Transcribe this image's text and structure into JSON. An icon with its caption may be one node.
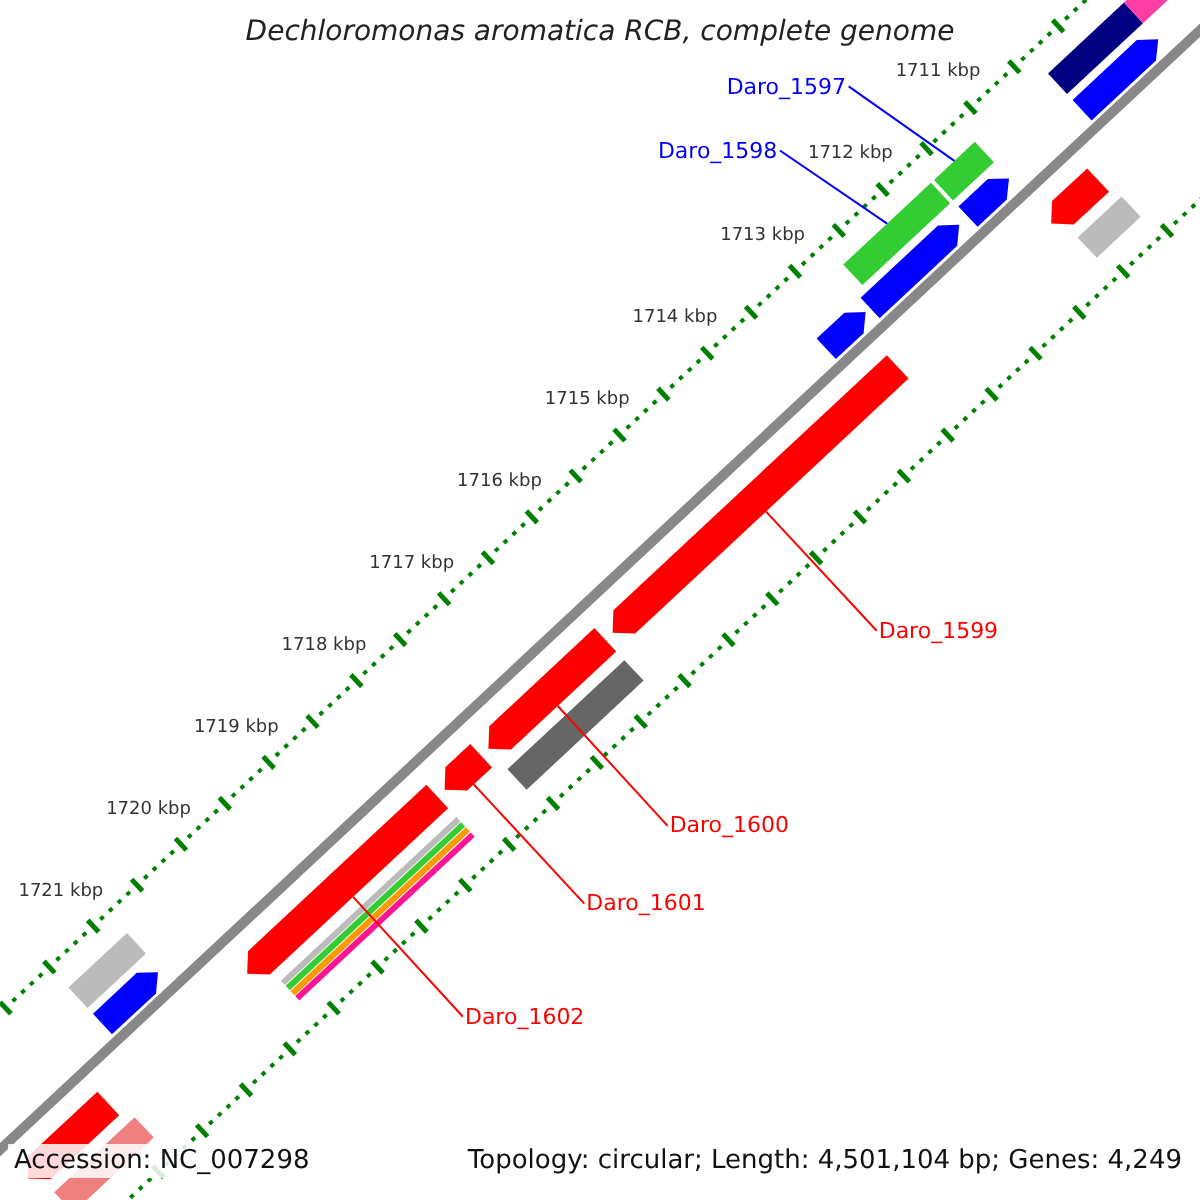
{
  "diagram": {
    "title": "Dechloromonas aromatica RCB, complete genome",
    "nodes": [
      {
        "text": [
          "Daro_1597"
        ]
      },
      {
        "text": [
          "Daro_1598"
        ]
      },
      {
        "text": [
          "Daro_1599"
        ]
      },
      {
        "text": [
          "Daro_1600"
        ]
      },
      {
        "text": [
          "Daro_1601"
        ]
      },
      {
        "text": [
          "Daro_1602"
        ]
      },
      {
        "text": [],
        "shape": "bar"
      },
      {
        "text": [],
        "shape": "bar"
      },
      {
        "text": [],
        "shape": "bar"
      },
      {
        "text": [],
        "shape": "bar"
      },
      {
        "text": [],
        "shape": "bar"
      },
      {
        "text": [],
        "shape": "bar"
      }
    ],
    "edges": [
      {
        "from": 0,
        "to": 11,
        "arrow": "none",
        "color": "#0000ff"
      },
      {
        "from": 1,
        "to": 10,
        "arrow": "none",
        "color": "#0000ff"
      },
      {
        "from": 2,
        "to": 9,
        "arrow": "none"
      },
      {
        "from": 3,
        "to": 8,
        "arrow": "none"
      },
      {
        "from": 4,
        "to": 7,
        "arrow": "none"
      },
      {
        "from": 5,
        "to": 6,
        "arrow": "none"
      }
    ],
    "labels": [
      "1711 kbp",
      "1712 kbp",
      "1713 kbp",
      "1714 kbp",
      "1715 kbp",
      "1716 kbp",
      "1717 kbp",
      "1718 kbp",
      "1719 kbp",
      "1720 kbp",
      "1721 kbp",
      "Accession: NC_007298",
      "Topology: circular; Length: 4,501,104 bp; Genes: 4,249"
    ]
  }
}
